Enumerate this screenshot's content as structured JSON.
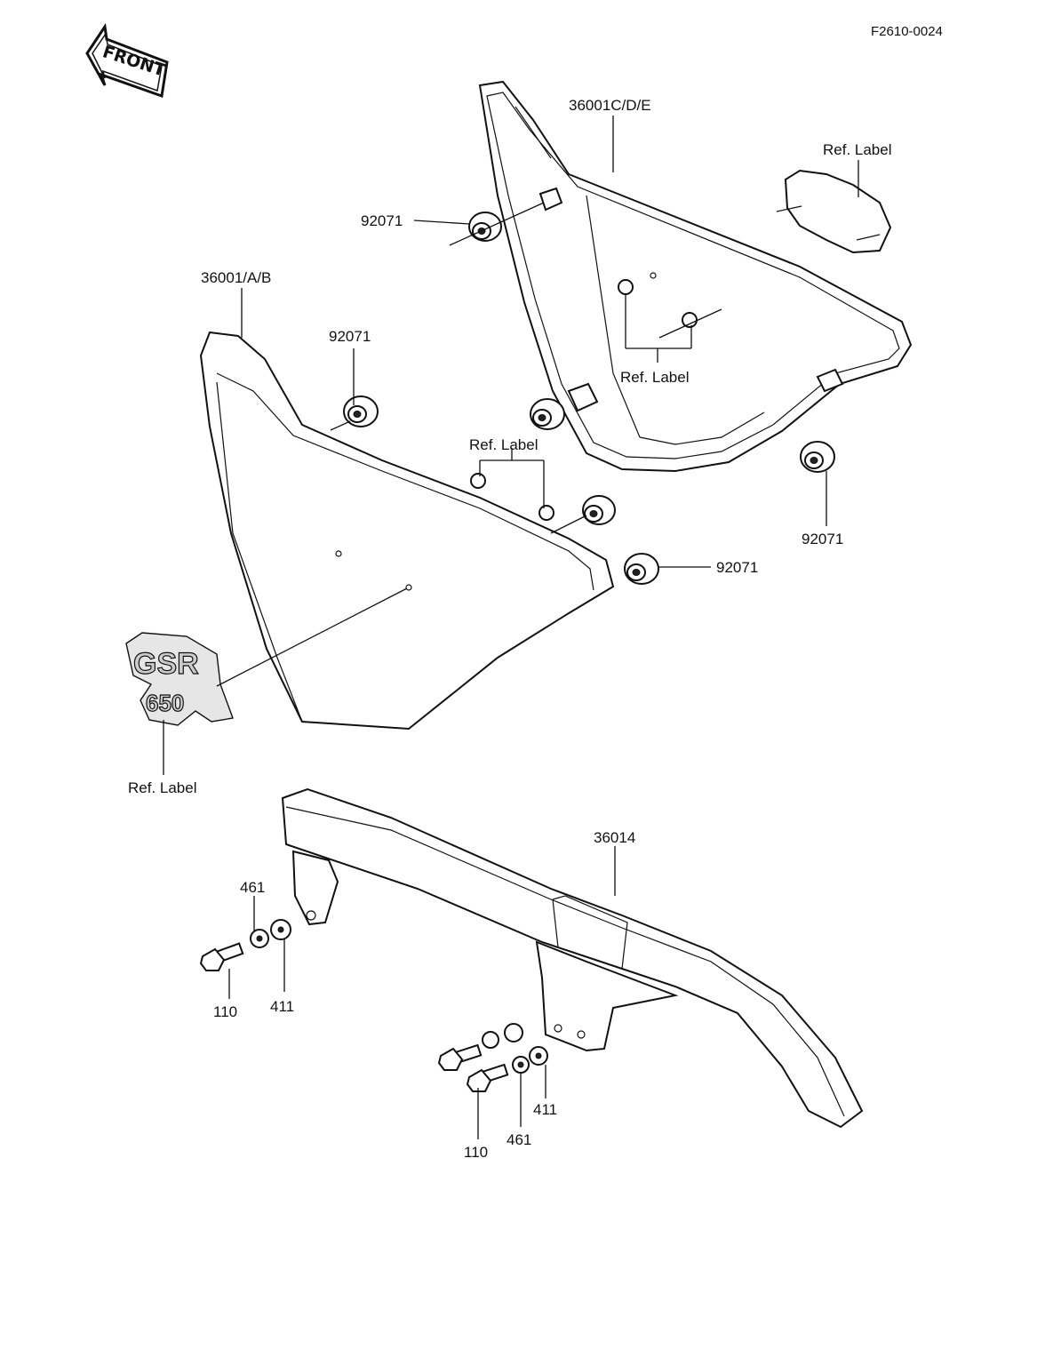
{
  "drawing_code": "F2610-0024",
  "front_arrow_label": "FRONT",
  "labels": {
    "cover_right": "36001C/D/E",
    "cover_left": "36001/A/B",
    "chain_case": "36014",
    "grommet_1": "92071",
    "grommet_2": "92071",
    "grommet_3": "92071",
    "grommet_4": "92071",
    "ref_label_top": "Ref.  Label",
    "ref_label_right_mid": "Ref.  Label",
    "ref_label_left_mid": "Ref.  Label",
    "ref_label_emblem": "Ref.  Label",
    "bolt_left": "110",
    "washer_left_461": "461",
    "washer_left_411": "411",
    "bolt_right": "110",
    "washer_right_461": "461",
    "washer_right_411": "411"
  },
  "emblem": {
    "text_top": "GSR",
    "text_bottom": "650"
  }
}
